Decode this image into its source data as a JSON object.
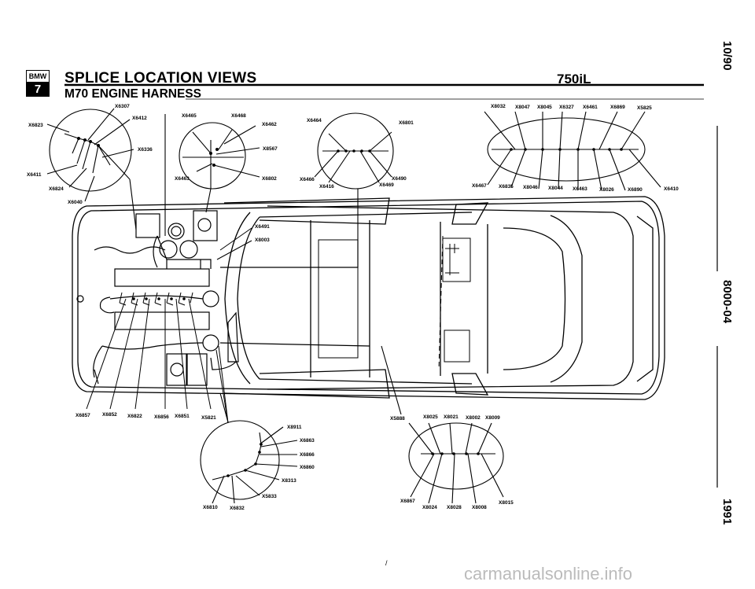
{
  "header": {
    "logo_top": "BMW",
    "logo_bottom": "7",
    "title": "SPLICE LOCATION VIEWS",
    "subtitle": "M70 ENGINE HARNESS",
    "model": "750iL"
  },
  "side_labels": {
    "date": "10/90",
    "code": "8000-04",
    "year": "1991"
  },
  "watermark": "carmanualsonline.info",
  "page_mark": "/",
  "labels": {
    "c1": [
      "X6307",
      "X6412",
      "X6823",
      "X6336",
      "X6411",
      "X6824",
      "X6040"
    ],
    "c2": [
      "X6465",
      "X6468",
      "X6462",
      "X8567",
      "X6463",
      "X6802"
    ],
    "c3": [
      "X6464",
      "X6801",
      "X6466",
      "X6490",
      "X6416",
      "X6469"
    ],
    "c4": [
      "X8032",
      "X8047",
      "X8045",
      "X6327",
      "X6461",
      "X6869",
      "X5825",
      "X6467",
      "X6835",
      "X8046",
      "X8044",
      "X6463",
      "X8026",
      "X6890",
      "X6410"
    ],
    "body": [
      "X6491",
      "X8003"
    ],
    "bottom_row": [
      "X6857",
      "X6852",
      "X6822",
      "X6856",
      "X6851",
      "X5821"
    ],
    "c5": [
      "X8911",
      "X6863",
      "X6866",
      "X6860",
      "X8313",
      "X5833",
      "X6810",
      "X6832"
    ],
    "c6": [
      "X5888",
      "X8025",
      "X8021",
      "X8002",
      "X8009",
      "X6867",
      "X8024",
      "X8028",
      "X8008",
      "X8015"
    ]
  }
}
